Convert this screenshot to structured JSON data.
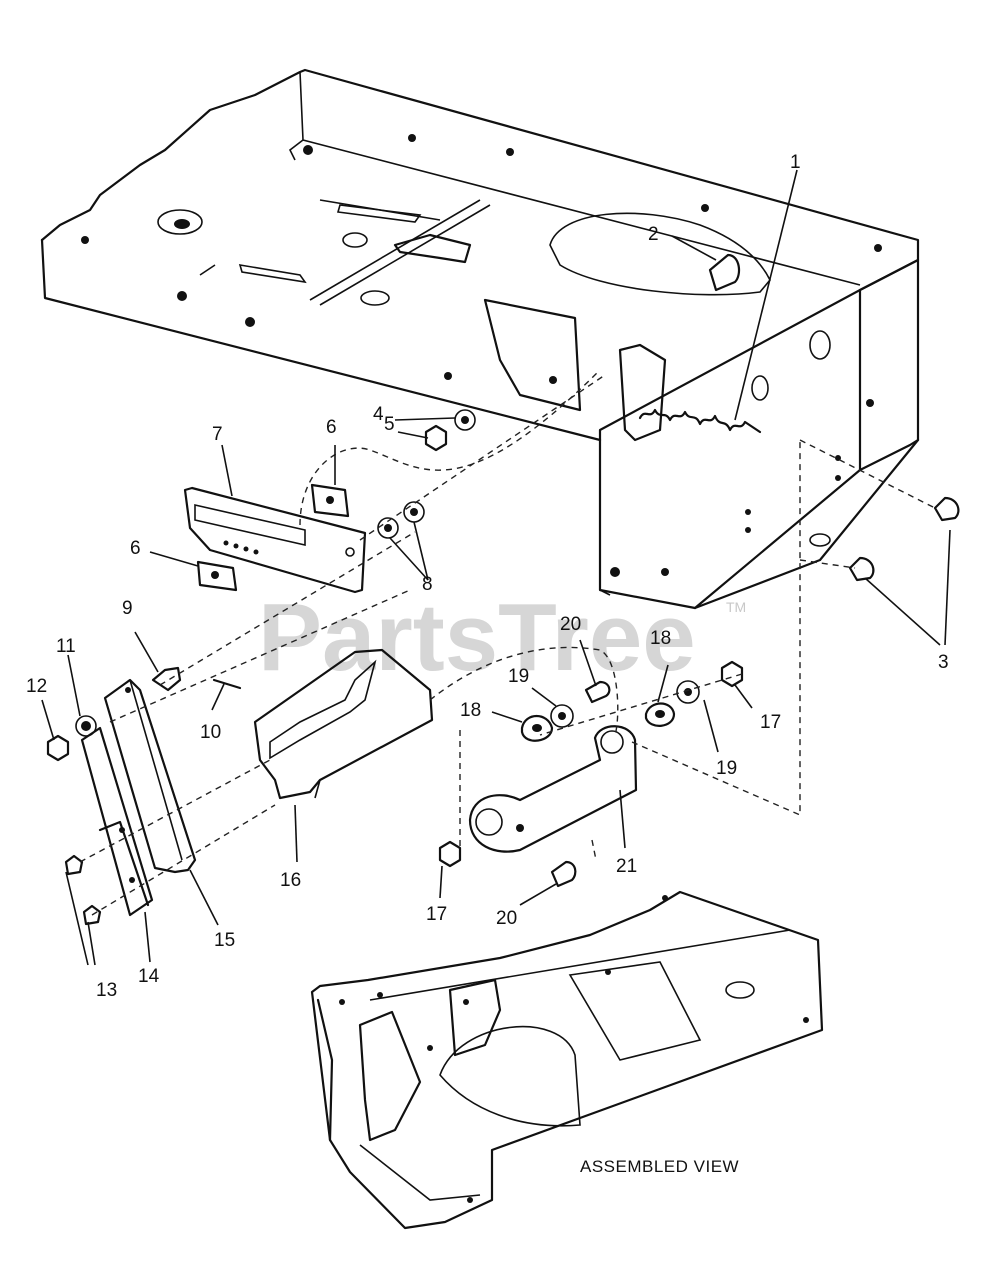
{
  "watermark": {
    "text": "PartsTree",
    "tm": "TM"
  },
  "caption": "ASSEMBLED VIEW",
  "callouts": [
    "1",
    "2",
    "3",
    "4",
    "5",
    "6",
    "6",
    "7",
    "8",
    "9",
    "10",
    "11",
    "12",
    "13",
    "14",
    "15",
    "16",
    "17",
    "17",
    "18",
    "18",
    "19",
    "19",
    "20",
    "20",
    "21"
  ]
}
